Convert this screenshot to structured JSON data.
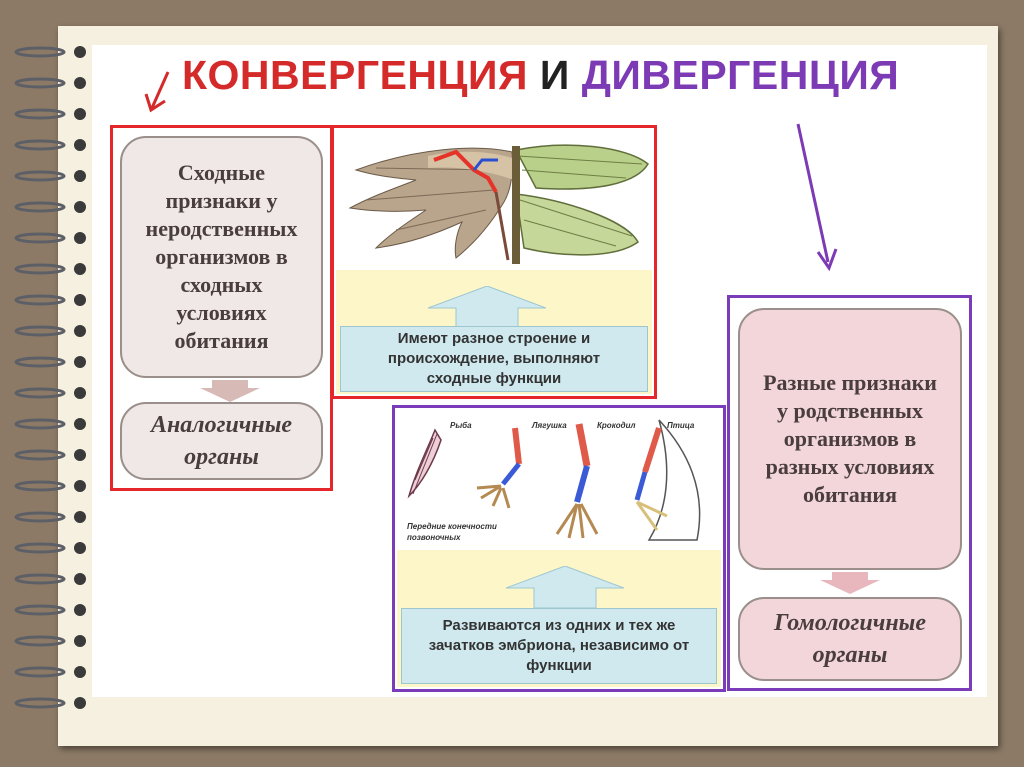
{
  "title": {
    "convergence": "КОНВЕРГЕНЦИЯ",
    "and": "И",
    "divergence": "ДИВЕРГЕНЦИЯ"
  },
  "colors": {
    "convergence": "#d42a2a",
    "divergence": "#7d3ab5",
    "caption_bg": "#cfe9ef",
    "yellow_bg": "#fcf6c8"
  },
  "analogous": {
    "description": "Сходные признаки у неродственных организмов в сходных условиях обитания",
    "organs": "Аналогичные органы",
    "caption": "Имеют разное строение и происхождение, выполняют сходные функции"
  },
  "homologous": {
    "description": "Разные признаки у родственных организмов в разных условиях обитания",
    "organs": "Гомологичные органы",
    "caption": "Развиваются из одних и тех же зачатков эмбриона, независимо от функции"
  },
  "limbs": {
    "fish": "Рыба",
    "frog": "Лягушка",
    "crocodile": "Крокодил",
    "bird": "Птица",
    "caption": "Передние конечности позвоночных"
  }
}
